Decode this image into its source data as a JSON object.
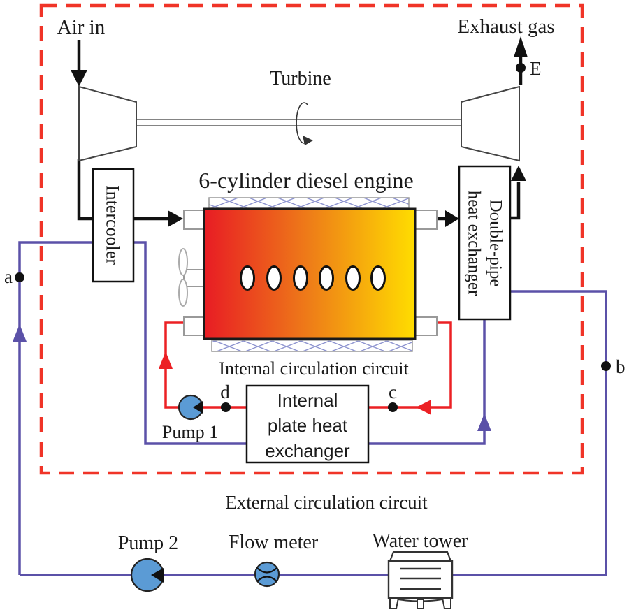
{
  "labels": {
    "air_in": "Air in",
    "exhaust_gas": "Exhaust gas",
    "turbine": "Turbine",
    "engine_title": "6-cylinder diesel engine",
    "intercooler": "Intercooler",
    "double_pipe_hx": [
      "Double-pipe",
      "heat exchanger"
    ],
    "internal_circuit": "Internal circulation circuit",
    "plate_hx": [
      "Internal",
      "plate heat",
      "exchanger"
    ],
    "pump1": "Pump 1",
    "external_circuit": "External circulation circuit",
    "pump2": "Pump 2",
    "flow_meter": "Flow meter",
    "water_tower": "Water tower"
  },
  "points": {
    "a": "a",
    "b": "b",
    "c": "c",
    "d": "d",
    "e": "E"
  },
  "colors": {
    "internal_circuit_red": "#ec2024",
    "external_circuit_blue": "#5b51a8",
    "boundary_dash_red": "#f03428",
    "pump_fill_blue": "#5b9bd5",
    "engine_gradient_left": "#e81c24",
    "engine_gradient_mid": "#ee7d18",
    "engine_gradient_right": "#ffdd00"
  }
}
